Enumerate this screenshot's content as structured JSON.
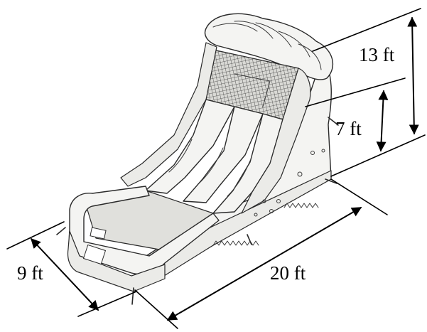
{
  "dimensions": {
    "overall_height": "13 ft",
    "platform_height": "7 ft",
    "width": "9 ft",
    "length": "20 ft"
  },
  "colors": {
    "outline": "#2a2a2a",
    "fill": "#f4f4f2",
    "dimension_lines": "#000000"
  },
  "icons": {
    "dimension_arrow": "double-headed-arrow"
  }
}
